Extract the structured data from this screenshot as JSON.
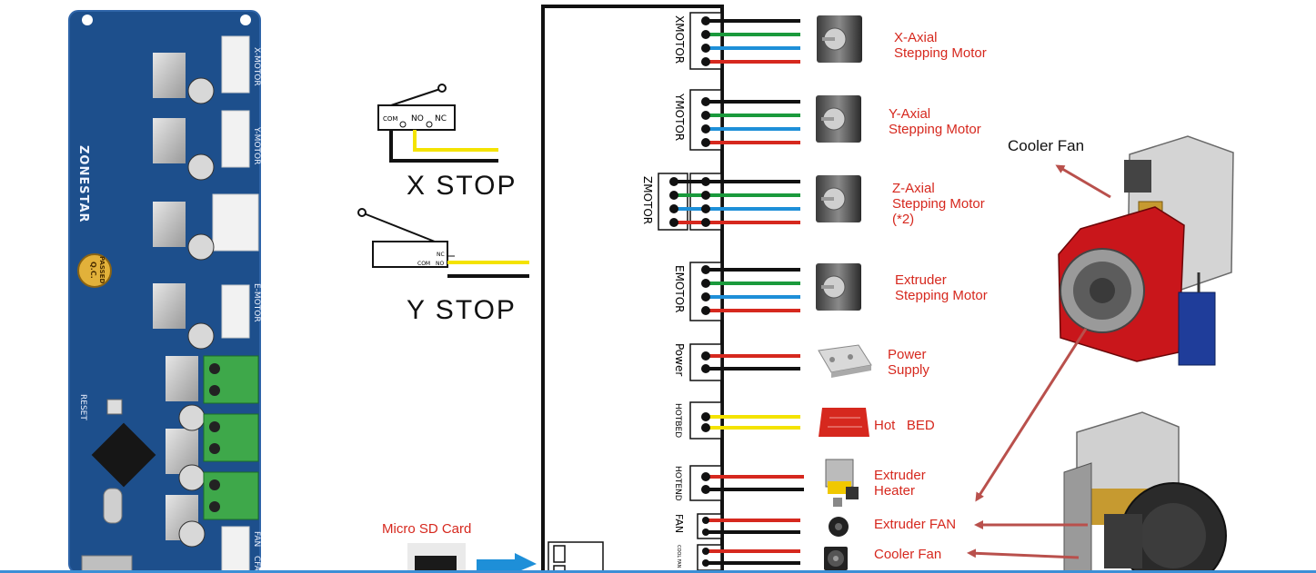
{
  "board": {
    "brand": "ZONESTAR",
    "qc_line1": "Q.C.",
    "qc_line2": "PASSED",
    "reset_label": "RESET",
    "port_labels": [
      "X-MOTOR",
      "Y-MOTOR",
      "E-MOTOR",
      "FAN",
      "CFA"
    ]
  },
  "switches": {
    "x_stop": {
      "label": "X STOP",
      "com": "COM",
      "no": "NO",
      "nc": "NC"
    },
    "y_stop": {
      "label": "Y STOP",
      "com": "COM",
      "no": "NO",
      "nc": "NC"
    }
  },
  "sd_card": {
    "label": "Micro SD Card"
  },
  "connectors": [
    {
      "id": "xmotor",
      "label": "XMOTOR"
    },
    {
      "id": "ymotor",
      "label": "YMOTOR"
    },
    {
      "id": "zmotor",
      "label": "ZMOTOR"
    },
    {
      "id": "emotor",
      "label": "EMOTOR"
    },
    {
      "id": "power",
      "label": "Power"
    },
    {
      "id": "hotbed",
      "label": "HOTBED"
    },
    {
      "id": "hotend",
      "label": "HOTEND"
    },
    {
      "id": "fan",
      "label": "FAN"
    },
    {
      "id": "coolfan",
      "label": "COOL FAN"
    }
  ],
  "components": {
    "x_motor": [
      "X-Axial",
      "Stepping Motor"
    ],
    "y_motor": [
      "Y-Axial",
      "Stepping Motor"
    ],
    "z_motor": [
      "Z-Axial",
      "Stepping Motor",
      "(*2)"
    ],
    "e_motor": [
      "Extruder",
      "Stepping Motor"
    ],
    "power": [
      "Power",
      "Supply"
    ],
    "hotbed": "Hot   BED",
    "heater": [
      "Extruder",
      "Heater"
    ],
    "extruder_fan": "Extruder FAN",
    "cooler_fan": "Cooler Fan"
  },
  "extruder": {
    "cooler_fan_label": "Cooler Fan"
  },
  "colors": {
    "red": "#d6281e",
    "green": "#1a9a3c",
    "blue": "#1e8fd8",
    "black": "#111111",
    "yellow": "#f4e300",
    "pcb": "#1d4f8c",
    "arrow": "#b9504c"
  }
}
